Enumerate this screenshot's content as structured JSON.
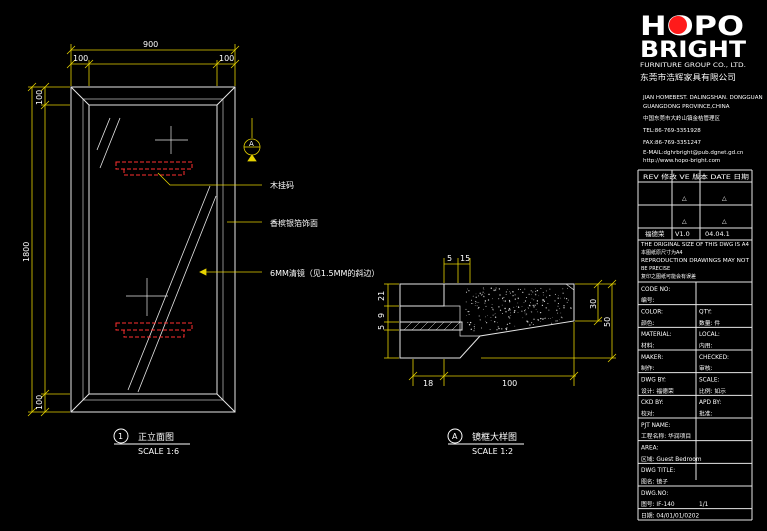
{
  "logo": {
    "brand_top": "HOPO",
    "brand_bottom": "BRIGHT",
    "group_en": "FURNITURE GROUP CO., LTD.",
    "group_cn": "东莞市浩辉家具有限公司",
    "colors": {
      "text": "#ffffff",
      "accent": "#ff1a1a"
    }
  },
  "company": {
    "lines": [
      "JIAN HOMEBEST. DALINGSHAN. DONGGUAN",
      "GUANGDONG PROVINCE,CHINA",
      "中国东莞市大岭山镇金桔管理区",
      "TEL:86-769-3351928",
      "FAX:86-769-3351247",
      "E-MAIL:dghrbright@pub.dgnet.gd.cn",
      "http://www.hopo-bright.com"
    ]
  },
  "revision": {
    "header": "REV 修改 VE 版本 DATE 日期",
    "row1": [
      "",
      "△",
      "△"
    ],
    "row2": [
      "",
      "△",
      "△"
    ],
    "row3": [
      "福德荣",
      "V1.0",
      "04.04.1"
    ]
  },
  "notes": [
    "THE ORIGINAL SIZE OF THIS DWG IS A4",
    "本图纸原尺寸为A4",
    "REPRODUCTION DRAWINGS MAY NOT",
    "BE PRECISE",
    "复印之图纸可能会有误差"
  ],
  "titleblock": {
    "rows": [
      [
        "CODE NO:",
        ""
      ],
      [
        "编号:",
        ""
      ],
      [
        "COLOR:",
        "QTY:"
      ],
      [
        "颜色:",
        "数量:  件"
      ],
      [
        "MATERIAL:",
        "LOCAL:"
      ],
      [
        "材料:",
        "内用:"
      ],
      [
        "MAKER:",
        "CHECKED:"
      ],
      [
        "制作:",
        "审核:"
      ],
      [
        "DWG BY:",
        "SCALE:"
      ],
      [
        "设计: 福德荣",
        "比例: 如示"
      ],
      [
        "CKD BY:",
        "APD BY:"
      ],
      [
        "校对:",
        "批准:"
      ],
      [
        "PJT NAME:",
        ""
      ],
      [
        "工程名称: 华润项目",
        ""
      ],
      [
        "AREA:",
        ""
      ],
      [
        "区域: Guest Bedroom",
        ""
      ],
      [
        "DWG TITLE:",
        ""
      ],
      [
        "图名: 镜子",
        ""
      ],
      [
        "DWG.NO:",
        ""
      ],
      [
        "图号: IF-140",
        "1/1"
      ],
      [
        "日期: 04/01/01/0202",
        ""
      ]
    ]
  },
  "elevation": {
    "width_label": "900",
    "height_label": "1800",
    "frame_top": "100",
    "frame_bottom": "100",
    "frame_left": "100",
    "frame_right": "100",
    "section_mark": "A",
    "callouts": [
      "木挂码",
      "香槟银箔饰面",
      "6MM清镜（见1.5MM的斜边）"
    ],
    "title": "正立面图",
    "scale": "SCALE 1:6",
    "title_num": "1"
  },
  "section": {
    "dims_top": [
      "5",
      "15"
    ],
    "dims_left": [
      "21",
      "9",
      "5"
    ],
    "dims_right_inner": "30",
    "dims_right_outer": "50",
    "dims_bottom": [
      "18",
      "100"
    ],
    "title": "镜框大样图",
    "scale": "SCALE 1:2",
    "title_num": "A"
  }
}
